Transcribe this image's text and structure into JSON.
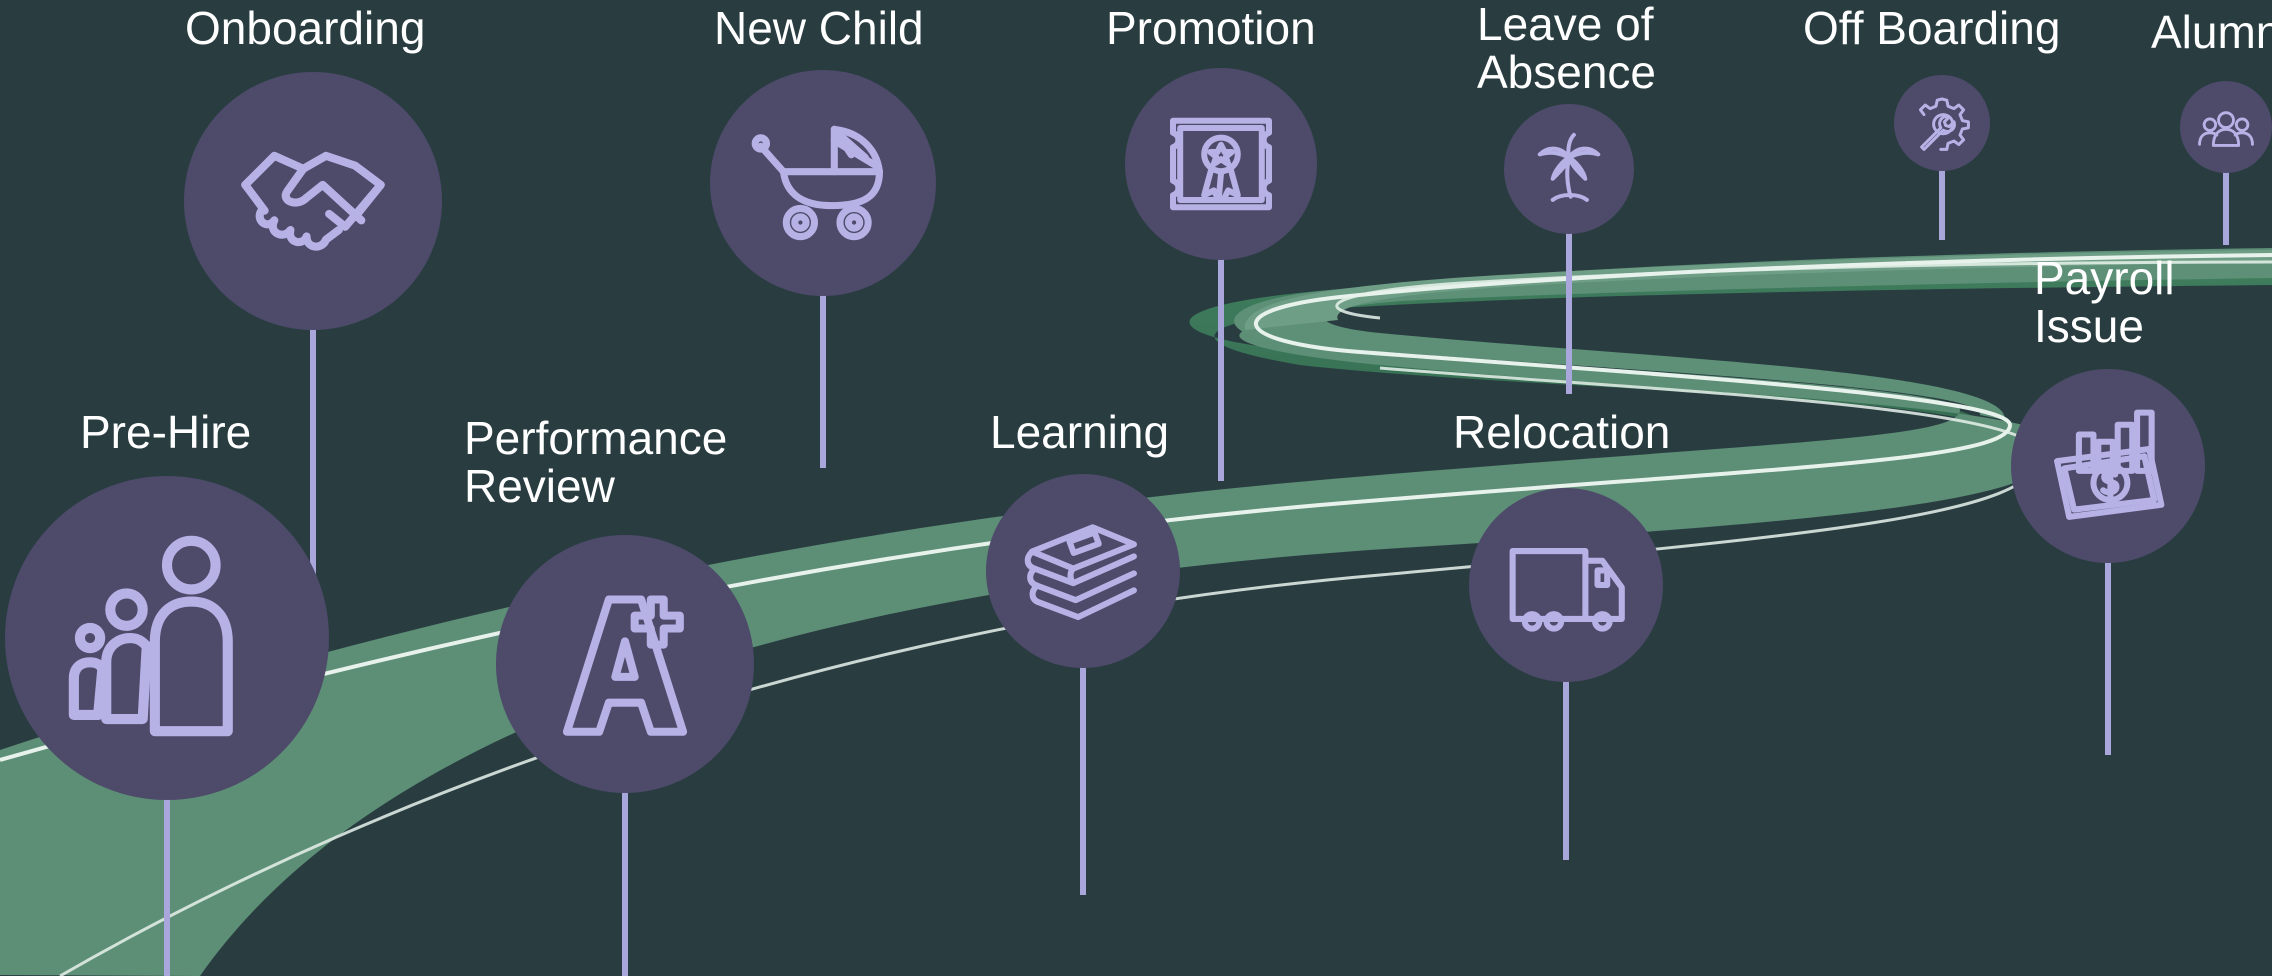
{
  "diagram": {
    "colors": {
      "background": "#293d41",
      "road": "#5c8f76",
      "road_edge": "#2f6a4d",
      "road_line": "#e8f2ec",
      "node": "#4d4a6a",
      "stem": "#a9a6dc",
      "icon_stroke": "#b6b2e6",
      "label": "#ffffff"
    },
    "milestones": [
      {
        "id": "onboarding",
        "label": "Onboarding",
        "icon": "handshake-icon"
      },
      {
        "id": "new-child",
        "label": "New Child",
        "icon": "baby-stroller-icon"
      },
      {
        "id": "promotion",
        "label": "Promotion",
        "icon": "certificate-award-icon"
      },
      {
        "id": "leave-of-absence",
        "label": "Leave of\nAbsence",
        "icon": "palm-tree-island-icon"
      },
      {
        "id": "off-boarding",
        "label": "Off Boarding",
        "icon": "gear-wrench-icon"
      },
      {
        "id": "alumni",
        "label": "Alumni",
        "icon": "people-group-icon"
      },
      {
        "id": "pre-hire",
        "label": "Pre-Hire",
        "icon": "family-people-icon"
      },
      {
        "id": "performance-review",
        "label": "Performance\nReview",
        "icon": "a-plus-grade-icon"
      },
      {
        "id": "learning",
        "label": "Learning",
        "icon": "book-stack-icon"
      },
      {
        "id": "relocation",
        "label": "Relocation",
        "icon": "moving-truck-icon"
      },
      {
        "id": "payroll-issue",
        "label": "Payroll\nIssue",
        "icon": "money-chart-icon"
      }
    ]
  }
}
